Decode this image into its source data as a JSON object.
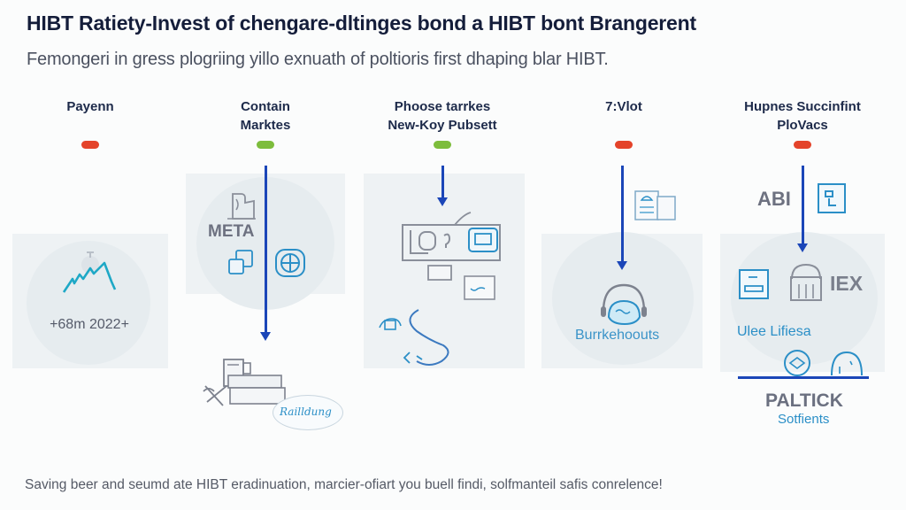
{
  "header": {
    "title": "HIBT Ratiety-Invest of chengare-dltinges bond a HIBT bont Brangerent",
    "subtitle": "Femongeri in gress plogriing yillo exnuath of poltioris first dhaping blar HIBT."
  },
  "columns": [
    {
      "heading_line1": "Payenn",
      "heading_line2": "",
      "status": "red",
      "status_color": "#e4432a"
    },
    {
      "heading_line1": "Contain",
      "heading_line2": "Marktes",
      "status": "green",
      "status_color": "#7dbd3c"
    },
    {
      "heading_line1": "Phoose tarrkes",
      "heading_line2": "New-Koy Pubsett",
      "status": "green",
      "status_color": "#7dbd3c"
    },
    {
      "heading_line1": "7:Vlot",
      "heading_line2": "",
      "status": "red",
      "status_color": "#e4432a"
    },
    {
      "heading_line1": "Hupnes Succinfint",
      "heading_line2": "PloVacs",
      "status": "red",
      "status_color": "#e4432a"
    }
  ],
  "panels": {
    "col1": {
      "icon": "mountain-chart-icon",
      "label": "+68m 2022+"
    },
    "col2": {
      "icon_top": "document-icon",
      "label": "META",
      "icon_left": "overlapping-squares-icon",
      "icon_right": "crosshair-circle-icon",
      "below_icon": "building-machine-icon",
      "cloud_label": "Railldung"
    },
    "col3": {
      "icon": "computer-network-icon",
      "sub_icon": "chart-card-icon",
      "bottom_icon": "swirl-connection-icon"
    },
    "col4": {
      "top_icon": "id-card-icon",
      "icon": "headphones-brain-icon",
      "label": "Burrkehoouts"
    },
    "col5": {
      "label_top": "ABI",
      "top_icon": "blue-square-icon",
      "left_icon": "blue-badge-icon",
      "center_icon": "bank-building-icon",
      "label_right": "IEX",
      "label_blue": "Ulee Lifiesa",
      "icon_a": "diamond-circle-icon",
      "icon_b": "dome-icon",
      "label_bottom": "PALTICK",
      "label_bottom_sub": "Sotfients"
    }
  },
  "colors": {
    "accent_blue": "#1b46b8",
    "icon_blue": "#2b8fc7",
    "status_red": "#e4432a",
    "status_green": "#7dbd3c",
    "panel_bg": "#eef2f4"
  },
  "footer": {
    "text": "Saving beer and seumd ate HIBT eradinuation, marcier-ofiart you buell findi, solfmanteil safis conrelence!"
  }
}
